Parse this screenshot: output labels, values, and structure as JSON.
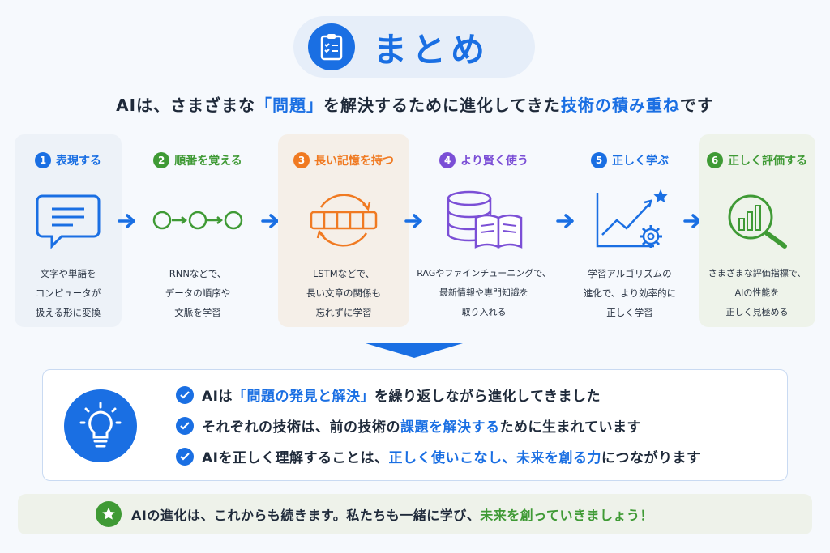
{
  "title": "まとめ",
  "subtitle": {
    "part1": "AIは、さまざまな",
    "highlight1": "「問題」",
    "part2": "を解決するために進化してきた",
    "highlight2": "技術の積み重ね",
    "part3": "です"
  },
  "steps": [
    {
      "num": "1",
      "title": "表現する",
      "color": "#1a6fe3",
      "icon": "document-chat-icon",
      "desc": [
        "文字や単語を",
        "コンピュータが",
        "扱える形に変換"
      ]
    },
    {
      "num": "2",
      "title": "順番を覚える",
      "color": "#3f9a35",
      "icon": "sequence-nodes-icon",
      "desc": [
        "RNNなどで、",
        "データの順序や",
        "文脈を学習"
      ]
    },
    {
      "num": "3",
      "title": "長い記憶を持つ",
      "color": "#f07a22",
      "icon": "memory-cycle-icon",
      "desc": [
        "LSTMなどで、",
        "長い文章の関係も",
        "忘れずに学習"
      ]
    },
    {
      "num": "4",
      "title": "より賢く使う",
      "color": "#7b4fd6",
      "icon": "database-book-icon",
      "desc": [
        "RAGやファインチューニングで、",
        "最新情報や専門知識を",
        "取り入れる"
      ]
    },
    {
      "num": "5",
      "title": "正しく学ぶ",
      "color": "#1a6fe3",
      "icon": "chart-gear-icon",
      "desc": [
        "学習アルゴリズムの",
        "進化で、より効率的に",
        "正しく学習"
      ]
    },
    {
      "num": "6",
      "title": "正しく評価する",
      "color": "#3f9a35",
      "icon": "chart-magnifier-icon",
      "desc": [
        "さまざまな評価指標で、",
        "AIの性能を",
        "正しく見極める"
      ]
    }
  ],
  "bullets": [
    {
      "pre": "AIは",
      "hl": "「問題の発見と解決」",
      "post": "を繰り返しながら進化してきました"
    },
    {
      "pre": "それぞれの技術は、前の技術の",
      "hl": "課題を解決する",
      "post": "ために生まれています"
    },
    {
      "pre": "AIを正しく理解することは、",
      "hl": "正しく使いこなし、未来を創る力",
      "post": "につながります"
    }
  ],
  "footer": {
    "pre": "AIの進化は、これからも続きます。私たちも一緒に学び、",
    "hl": "未来を創っていきましょう！"
  },
  "colors": {
    "blue": "#1a6fe3",
    "green": "#3f9a35",
    "orange": "#f07a22",
    "purple": "#7b4fd6"
  }
}
